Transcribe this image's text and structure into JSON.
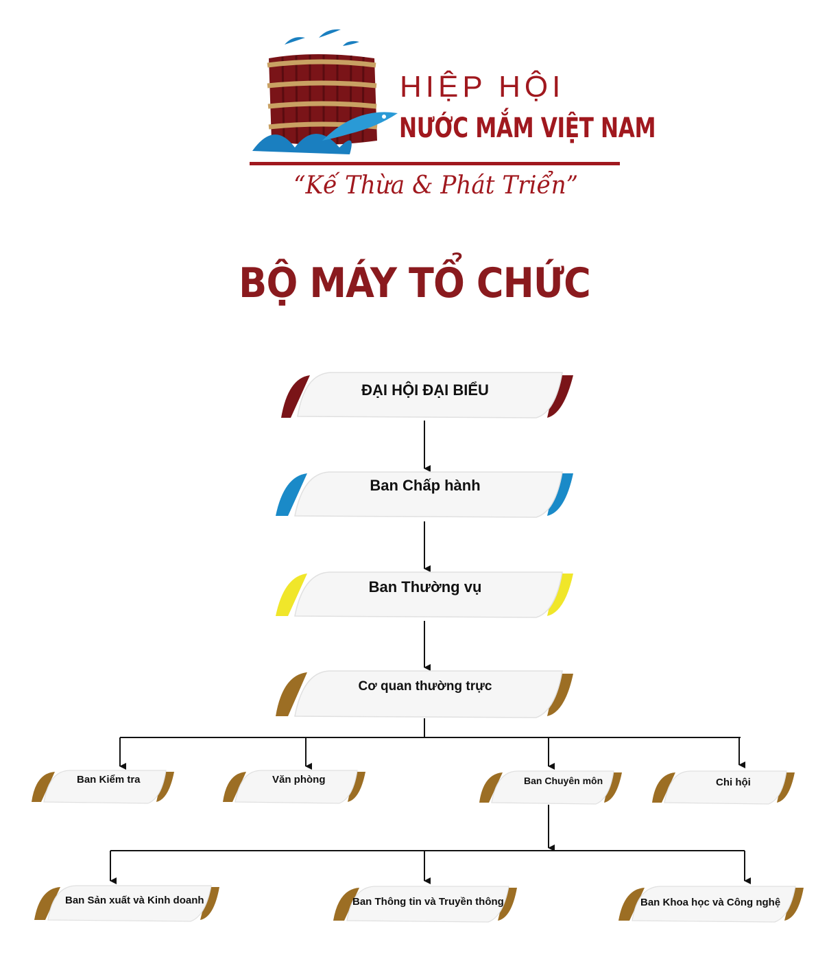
{
  "logo": {
    "line1": "HIỆP HỘI",
    "line2": "NƯỚC MẮM VIỆT NAM",
    "slogan": "“Kế Thừa & Phát Triển”"
  },
  "title": "BỘ MÁY TỔ CHỨC",
  "colors": {
    "maroon": "#7a1418",
    "blue": "#1a8ac8",
    "yellow": "#f0e62a",
    "gold": "#9c6e24",
    "title": "#8a1a1e"
  },
  "nodes": {
    "dai_hoi": "ĐẠI HỘI ĐẠI BIỂU",
    "ban_chap_hanh": "Ban Chấp hành",
    "ban_thuong_vu": "Ban Thường vụ",
    "co_quan": "Cơ quan thường trực",
    "ban_kiem_tra": "Ban Kiểm tra",
    "van_phong": "Văn phòng",
    "ban_chuyen_mon": "Ban Chuyên môn",
    "chi_hoi": "Chi hội",
    "ban_san_xuat": "Ban Sản xuất và Kinh doanh",
    "ban_thong_tin": "Ban Thông tin và Truyền thông",
    "ban_khoa_hoc": "Ban Khoa học và Công nghệ"
  }
}
